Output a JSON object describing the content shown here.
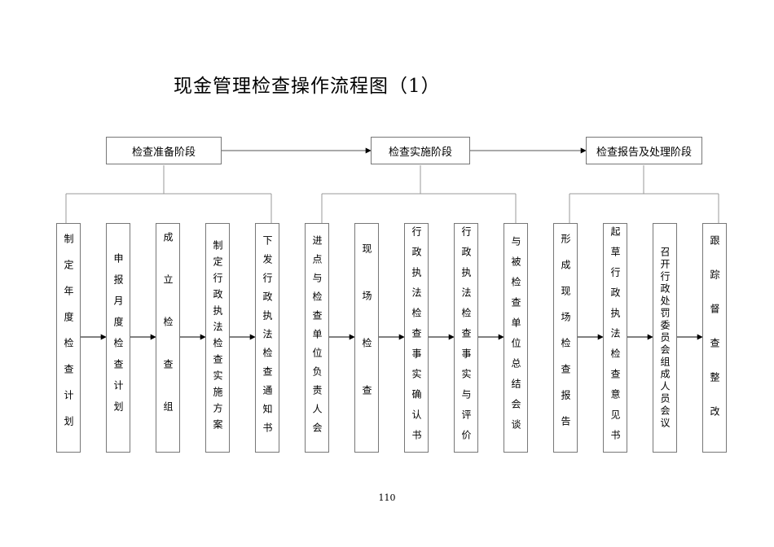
{
  "title": "现金管理检查操作流程图（1）",
  "stages": [
    {
      "label": "检查准备阶段",
      "steps": [
        "制定年度检查计划",
        "申报月度检查计划",
        "成立检查组",
        "制定行政执法检查实施方案",
        "下发行政执法检查通知书"
      ]
    },
    {
      "label": "检查实施阶段",
      "steps": [
        "进点与检查单位负责人会",
        "现场检查",
        "行政执法检查事实确认书",
        "行政执法检查事实与评价",
        "与被检查单位总结会谈"
      ]
    },
    {
      "label": "检查报告及处理阶段",
      "steps": [
        "形成现场检查报告",
        "起草行政执法检查意见书",
        "召开行政处罚委员会组成人员会议",
        "跟踪督查整改"
      ]
    }
  ],
  "page_number": "110"
}
